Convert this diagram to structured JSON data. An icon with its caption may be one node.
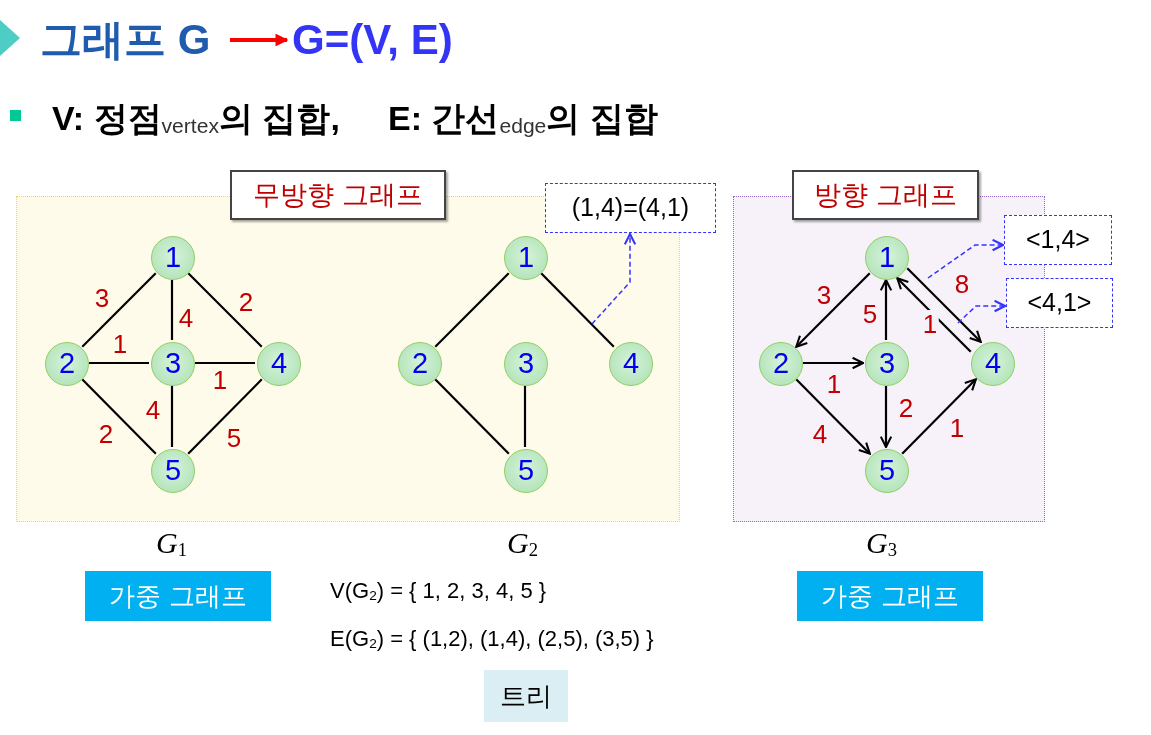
{
  "diagram": {
    "nodes": [
      {
        "text": [
          "그래프 G"
        ]
      },
      {
        "text": [
          "G=(V, E)"
        ]
      },
      {
        "text": [
          "무방향 그래프"
        ]
      },
      {
        "text": [
          "1"
        ],
        "in": 2
      },
      {
        "text": [
          "2"
        ],
        "in": 2
      },
      {
        "text": [
          "3"
        ],
        "in": 2
      },
      {
        "text": [
          "4"
        ],
        "in": 2
      },
      {
        "text": [
          "5"
        ],
        "in": 2
      },
      {
        "text": [
          "1"
        ],
        "in": 2
      },
      {
        "text": [
          "2"
        ],
        "in": 2
      },
      {
        "text": [
          "3"
        ],
        "in": 2
      },
      {
        "text": [
          "4"
        ],
        "in": 2
      },
      {
        "text": [
          "5"
        ],
        "in": 2
      },
      {
        "text": [
          "(1,4)=(4,1)"
        ]
      },
      {
        "text": [
          "방향 그래프"
        ]
      },
      {
        "text": [
          "1"
        ],
        "in": 14
      },
      {
        "text": [
          "2"
        ],
        "in": 14
      },
      {
        "text": [
          "3"
        ],
        "in": 14
      },
      {
        "text": [
          "4"
        ],
        "in": 14
      },
      {
        "text": [
          "5"
        ],
        "in": 14
      },
      {
        "text": [
          "<1,4>"
        ]
      },
      {
        "text": [
          "<4,1>"
        ]
      },
      {
        "text": [
          "가중 그래프"
        ]
      },
      {
        "text": [
          "가중 그래프"
        ]
      },
      {
        "text": [
          "트리"
        ]
      }
    ],
    "edges": [
      {
        "from": 0,
        "to": 1,
        "arrow": "to",
        "style": "thick",
        "color": "#ff0000"
      },
      {
        "from": 3,
        "to": 4,
        "arrow": "none",
        "label": "3"
      },
      {
        "from": 3,
        "to": 5,
        "arrow": "none",
        "label": "4"
      },
      {
        "from": 3,
        "to": 6,
        "arrow": "none",
        "label": "2"
      },
      {
        "from": 4,
        "to": 5,
        "arrow": "none",
        "label": "1"
      },
      {
        "from": 5,
        "to": 6,
        "arrow": "none",
        "label": "1"
      },
      {
        "from": 4,
        "to": 7,
        "arrow": "none",
        "label": "2"
      },
      {
        "from": 5,
        "to": 7,
        "arrow": "none",
        "label": "4"
      },
      {
        "from": 6,
        "to": 7,
        "arrow": "none",
        "label": "5"
      },
      {
        "from": 8,
        "to": 9,
        "arrow": "none"
      },
      {
        "from": 8,
        "to": 11,
        "arrow": "none"
      },
      {
        "from": 9,
        "to": 12,
        "arrow": "none"
      },
      {
        "from": 10,
        "to": 12,
        "arrow": "none"
      },
      {
        "from": null,
        "to": 13,
        "arrow": "to",
        "style": "dashed",
        "color": "#3333ff"
      },
      {
        "from": 15,
        "to": 16,
        "arrow": "to",
        "label": "3"
      },
      {
        "from": 17,
        "to": 15,
        "arrow": "to",
        "label": "5"
      },
      {
        "from": 15,
        "to": 18,
        "arrow": "to",
        "label": "8"
      },
      {
        "from": 18,
        "to": 15,
        "arrow": "to",
        "label": "1"
      },
      {
        "from": 16,
        "to": 17,
        "arrow": "to",
        "label": "1"
      },
      {
        "from": 16,
        "to": 19,
        "arrow": "to",
        "label": "4"
      },
      {
        "from": 17,
        "to": 19,
        "arrow": "to",
        "label": "2"
      },
      {
        "from": 19,
        "to": 18,
        "arrow": "to",
        "label": "1"
      },
      {
        "from": null,
        "to": 20,
        "arrow": "to",
        "style": "dashed",
        "color": "#3333ff"
      },
      {
        "from": null,
        "to": 21,
        "arrow": "to",
        "style": "dashed",
        "color": "#3333ff"
      }
    ],
    "labels": [
      "V: 정점$_{vertex}$의 집합,",
      "E: 간선$_{edge}$의 집합",
      "G$_{1}$",
      "G$_{2}$",
      "G$_{3}$",
      "V(G$_{2}$) = { 1, 2, 3, 4, 5 }",
      "E(G$_{2}$) = { (1,2), (1,4), (2,5), (3,5) }"
    ]
  }
}
